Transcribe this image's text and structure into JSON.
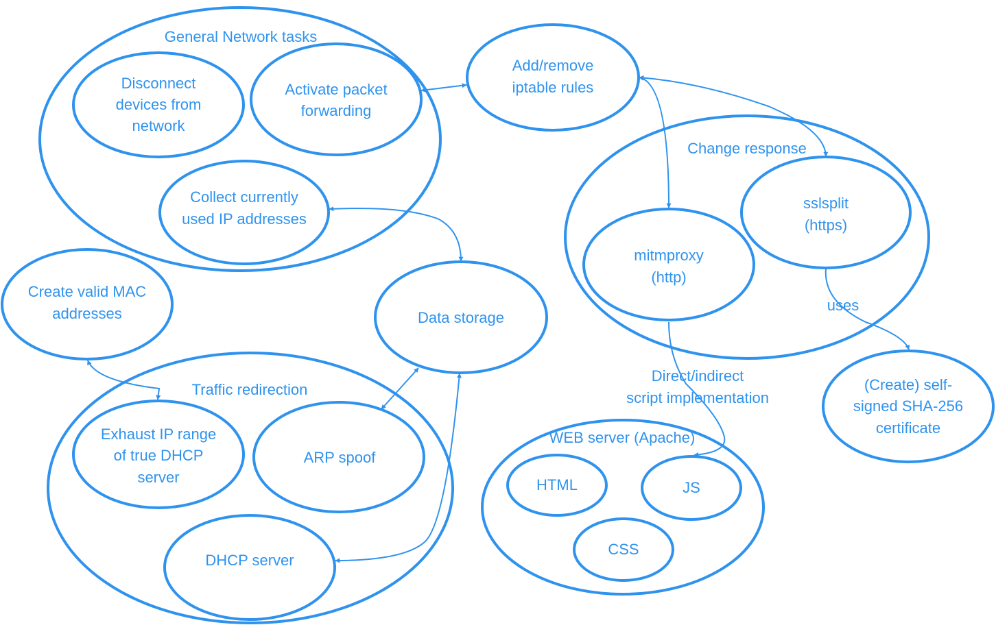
{
  "colors": {
    "stroke": "#2f93ee",
    "background": "#ffffff"
  },
  "nodes": {
    "general_network_tasks": {
      "label": "General Network tasks"
    },
    "disconnect_devices": {
      "lines": [
        "Disconnect",
        "devices from",
        "network"
      ]
    },
    "activate_forwarding": {
      "lines": [
        "Activate packet",
        "forwarding"
      ]
    },
    "collect_ips": {
      "lines": [
        "Collect currently",
        "used IP addresses"
      ]
    },
    "iptables": {
      "lines": [
        "Add/remove",
        "iptable rules"
      ]
    },
    "change_response": {
      "label": "Change response"
    },
    "sslsplit": {
      "lines": [
        "sslsplit",
        "(https)"
      ]
    },
    "mitmproxy": {
      "lines": [
        "mitmproxy",
        "(http)"
      ]
    },
    "create_mac": {
      "lines": [
        "Create valid MAC",
        "addresses"
      ]
    },
    "data_storage": {
      "label": "Data storage"
    },
    "traffic_redirection": {
      "label": "Traffic redirection"
    },
    "exhaust_ip": {
      "lines": [
        "Exhaust IP range",
        "of true DHCP",
        "server"
      ]
    },
    "arp_spoof": {
      "label": "ARP spoof"
    },
    "dhcp_server": {
      "label": "DHCP server"
    },
    "web_server": {
      "label": "WEB server (Apache)"
    },
    "html": {
      "label": "HTML"
    },
    "js": {
      "label": "JS"
    },
    "css": {
      "label": "CSS"
    },
    "certificate": {
      "lines": [
        "(Create) self-",
        "signed SHA-256",
        "certificate"
      ]
    }
  },
  "edge_labels": {
    "uses": "uses",
    "script": [
      "Direct/indirect",
      "script implementation"
    ]
  }
}
